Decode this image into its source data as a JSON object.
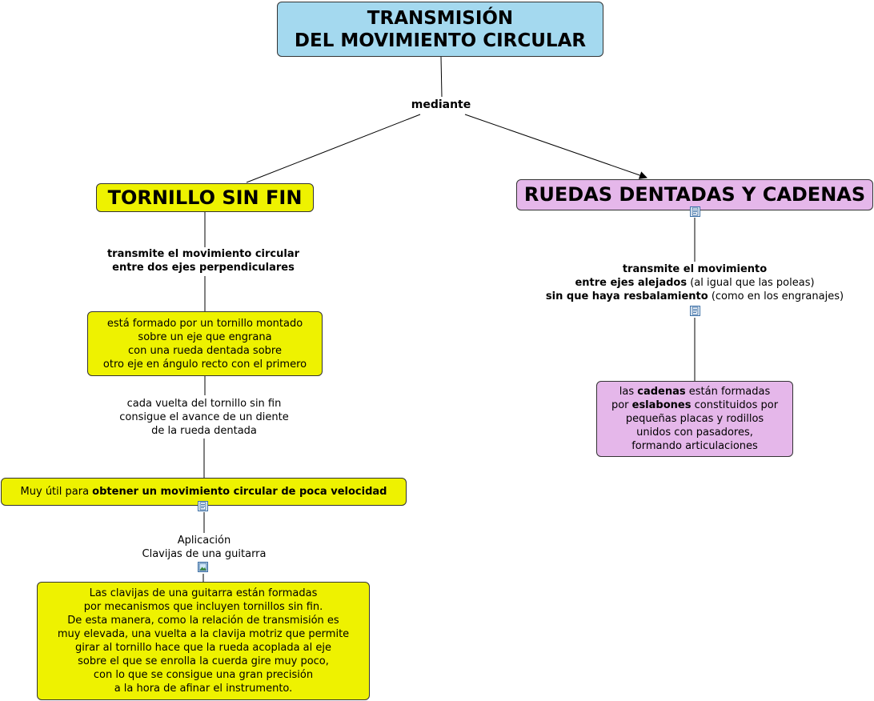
{
  "title": {
    "line1": "TRANSMISIÓN",
    "line2": "DEL MOVIMIENTO CIRCULAR"
  },
  "link_mediante": "mediante",
  "worm": {
    "name": "TORNILLO SIN FIN",
    "link1": {
      "line1": "transmite el movimiento circular",
      "line2": "entre dos ejes perpendiculares"
    },
    "desc": {
      "line1": "está formado por un tornillo montado",
      "line2": "sobre un eje que engrana",
      "line3": "con una rueda dentada sobre",
      "line4": "otro eje en ángulo recto con el primero"
    },
    "link2": {
      "line1": "cada vuelta del tornillo sin fin",
      "line2": "consigue el avance de un diente",
      "line3": "de la rueda dentada"
    },
    "use": {
      "prefix": "Muy útil para ",
      "bold": "obtener un movimiento circular de poca velocidad"
    },
    "link3": {
      "line1": "Aplicación",
      "line2": "Clavijas de una guitarra"
    },
    "app": {
      "line1": "Las clavijas de una guitarra están formadas",
      "line2": "por mecanismos que incluyen tornillos sin fin.",
      "line3": "De esta manera, como la relación de transmisión es",
      "line4": "muy elevada, una vuelta a la clavija motriz que permite",
      "line5": "girar al tornillo hace que la rueda acoplada al eje",
      "line6": "sobre el que se enrolla la cuerda gire muy poco,",
      "line7": "con lo que se consigue una gran precisión",
      "line8": "a la hora de afinar el instrumento."
    }
  },
  "chain": {
    "name": "RUEDAS DENTADAS Y CADENAS",
    "link1": {
      "line1_bold": "transmite el movimiento",
      "line2_bold": "entre ejes alejados",
      "line2_normal": " (al igual que las poleas)",
      "line3_bold": "sin que haya resbalamiento",
      "line3_normal": " (como en los engranajes)"
    },
    "desc": {
      "l1_a": "las ",
      "l1_b": "cadenas",
      "l1_c": " están formadas",
      "l2_a": "por ",
      "l2_b": "eslabones",
      "l2_c": " constituidos por",
      "line3": "pequeñas placas y rodillos",
      "line4": "unidos con pasadores,",
      "line5": "formando articulaciones"
    }
  },
  "icons": {
    "document": "document-icon",
    "image": "image-icon"
  },
  "colors": {
    "title_fill": "#a4d9ef",
    "yellow_fill": "#eef200",
    "purple_fill": "#e5b7ea",
    "line": "#000000"
  }
}
